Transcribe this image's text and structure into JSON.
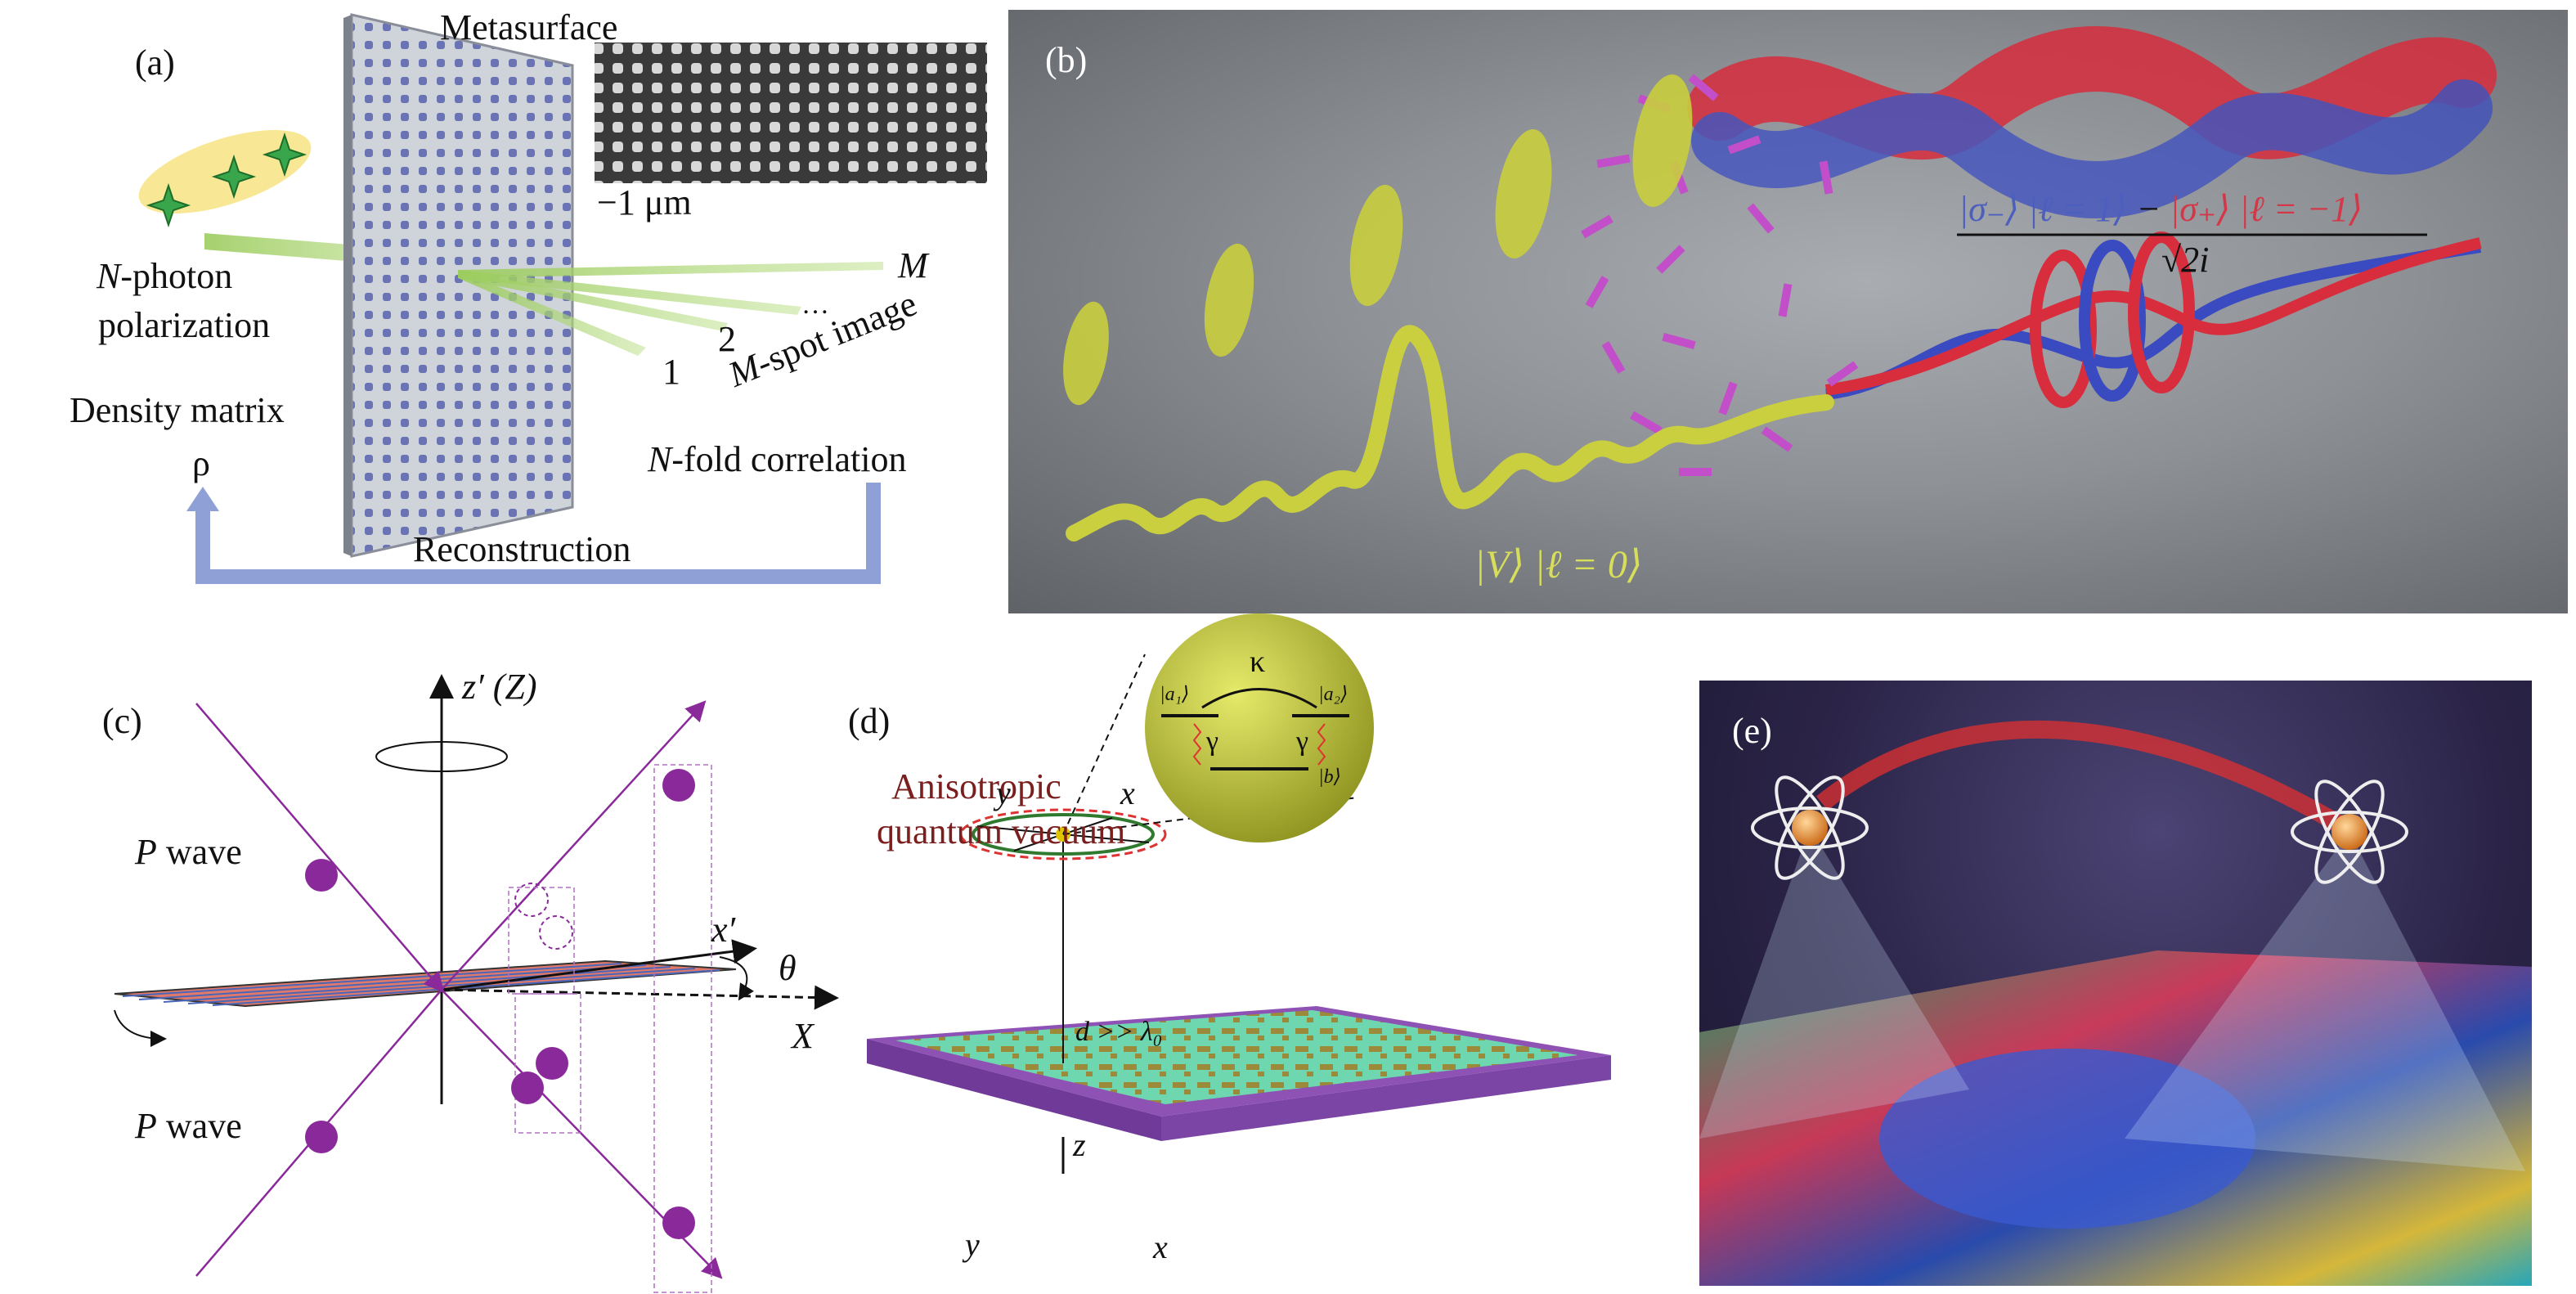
{
  "panel_a": {
    "label": "(a)",
    "metasurface": "Metasurface",
    "scale": "−1 μm",
    "n_photon": "-photon",
    "n_letter": "N",
    "polarization": "polarization",
    "m_letter": "M",
    "spot_1": "1",
    "spot_2": "2",
    "dots": "…",
    "m_spot_image_letter": "M",
    "m_spot_image": "-spot image",
    "density_matrix": "Density matrix",
    "rho": "ρ",
    "n_fold_letter": "N",
    "n_fold": "-fold correlation",
    "reconstruction": "Reconstruction"
  },
  "panel_b": {
    "label": "(b)",
    "input_state": "|V⟩ |ℓ = 0⟩",
    "term_blue": "|σ₋⟩ |ℓ = 1⟩",
    "minus": " − ",
    "term_red": "|σ₊⟩ |ℓ = −1⟩",
    "denominator": "√2i"
  },
  "panel_c": {
    "label": "(c)",
    "z_axis": "z′ (Z)",
    "x_prime": "x′",
    "theta": "θ",
    "x_axis": "X",
    "p_letter": "P",
    "p_wave": " wave"
  },
  "panel_d": {
    "label": "(d)",
    "title_line1": "Anisotropic",
    "title_line2": "quantum vacuum",
    "kappa": "κ",
    "a1": "|a₁⟩",
    "a2": "|a₂⟩",
    "gamma": "γ",
    "b": "|b⟩",
    "x": "x",
    "y": "y",
    "z": "z",
    "distance": "d >> λ₀"
  },
  "panel_e": {
    "label": "(e)"
  },
  "colors": {
    "title_red": "#7a1e1e",
    "arrow_blue": "#8ea0d6",
    "beam_green": "#a9d36b",
    "purple": "#8a2a9a",
    "ribbon_yellow": "#c9cf3e",
    "helix_blue": "#3a4bc2",
    "helix_red": "#d72d3d"
  }
}
